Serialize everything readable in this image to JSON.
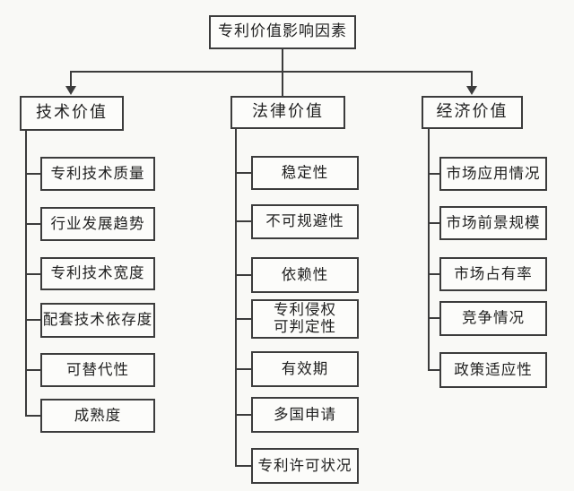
{
  "diagram": {
    "title": "专利价值影响因素",
    "root": {
      "label": "专利价值影响因素"
    },
    "branches": [
      {
        "label": "技术价值",
        "children": [
          "专利技术质量",
          "行业发展趋势",
          "专利技术宽度",
          "配套技术依存度",
          "可替代性",
          "成熟度"
        ]
      },
      {
        "label": "法律价值",
        "children": [
          "稳定性",
          "不可规避性",
          "依赖性",
          "专利侵权\n可判定性",
          "有效期",
          "多国申请",
          "专利许可状况"
        ]
      },
      {
        "label": "经济价值",
        "children": [
          "市场应用情况",
          "市场前景规模",
          "市场占有率",
          "竞争情况",
          "政策适应性"
        ]
      }
    ],
    "colors": {
      "line": "#3c3c3c",
      "box_border": "#3c3c3c",
      "box_fill": "#fcfcfa",
      "background": "#f9f9f6",
      "text": "#1f1f1f"
    }
  }
}
